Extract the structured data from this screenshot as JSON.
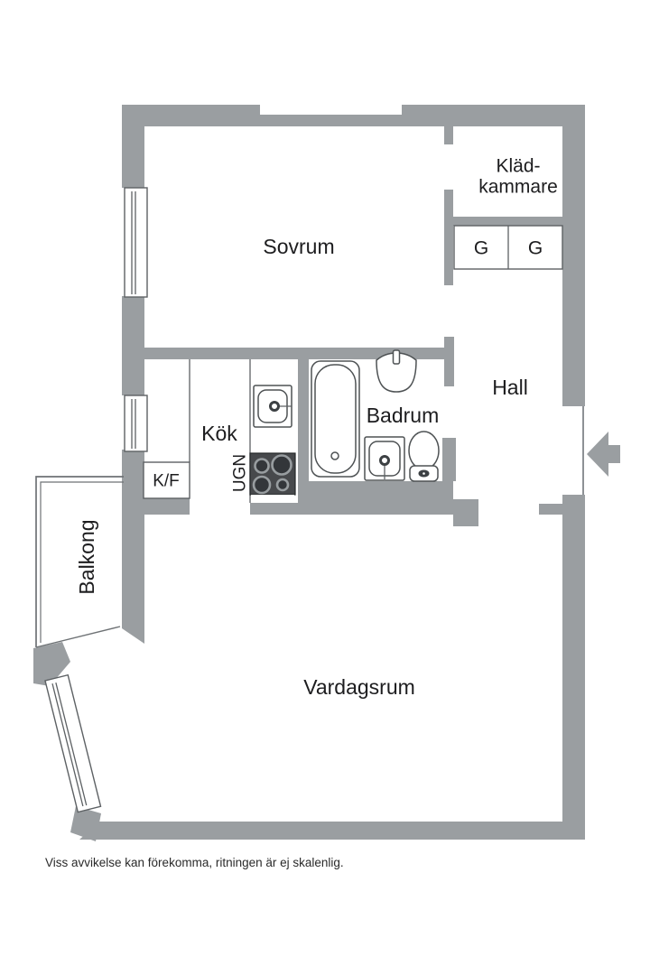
{
  "document": {
    "type": "apartment-floor-plan",
    "language": "sv"
  },
  "colors": {
    "wall": "#9a9ea1",
    "outline": "#5d6164",
    "stove": "#47494c",
    "text": "#1d1d1f",
    "background": "#ffffff"
  },
  "rooms": {
    "sovrum": {
      "label": "Sovrum"
    },
    "kladkammare": {
      "label_line1": "Kläd-",
      "label_line2": "kammare"
    },
    "closet_left": {
      "label": "G"
    },
    "closet_right": {
      "label": "G"
    },
    "hall": {
      "label": "Hall"
    },
    "badrum": {
      "label": "Badrum"
    },
    "kok": {
      "label": "Kök"
    },
    "kf": {
      "label": "K/F"
    },
    "ugn": {
      "label": "UGN"
    },
    "balkong": {
      "label": "Balkong"
    },
    "vardagsrum": {
      "label": "Vardagsrum"
    }
  },
  "fixtures": {
    "bathtub": "bathtub-icon",
    "toilet": "toilet-icon",
    "washbasin": "washbasin-icon",
    "bathroom_sink": "bathroom-sink-icon",
    "kitchen_sink": "kitchen-sink-icon",
    "stove": "stove-icon",
    "entrance": "entrance-arrow-icon"
  },
  "footer": {
    "disclaimer": "Viss avvikelse kan förekomma, ritningen är ej skalenlig."
  }
}
